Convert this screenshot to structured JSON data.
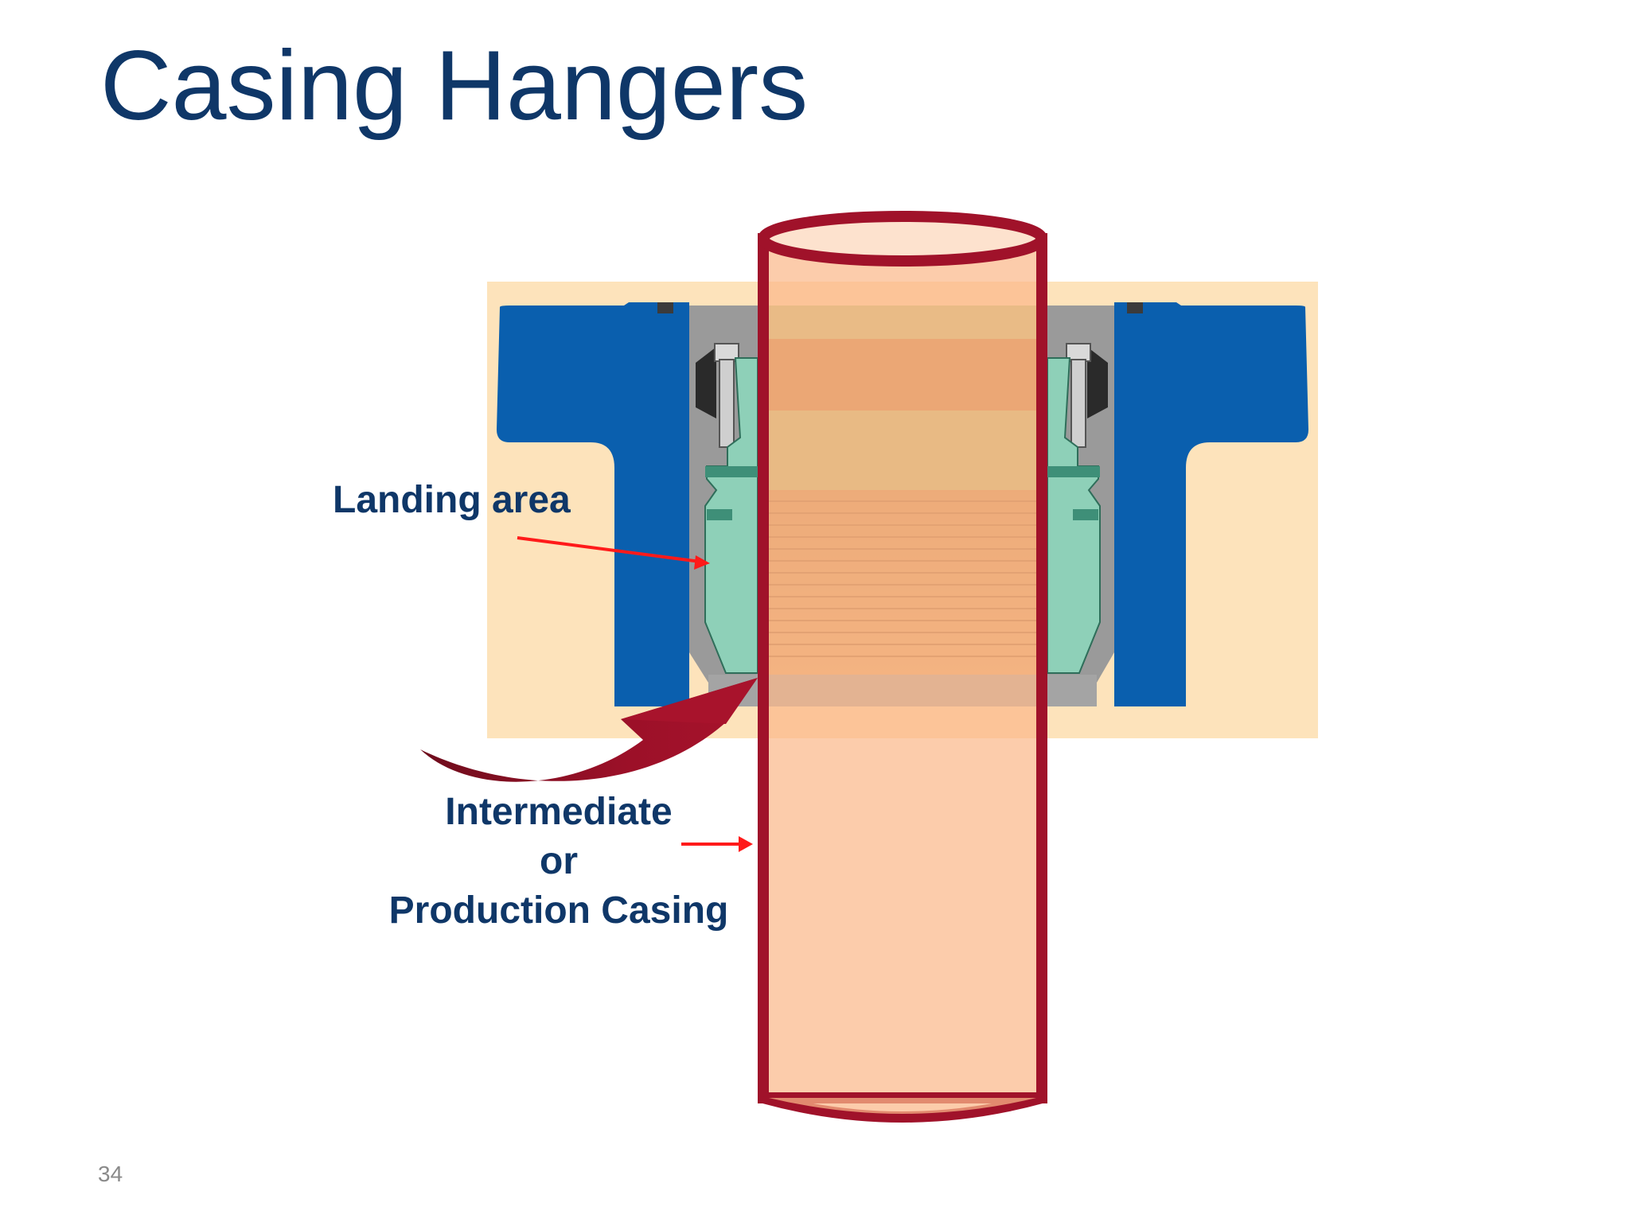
{
  "slide": {
    "title": "Casing Hangers",
    "page_number": "34"
  },
  "labels": {
    "landing_area": "Landing area",
    "casing_line1": "Intermediate",
    "casing_line2": "or",
    "casing_line3": "Production Casing"
  },
  "colors": {
    "title": "#0f3768",
    "label_text": "#0f3768",
    "wellhead_body": "#0a5fae",
    "background_panel": "#fde3bb",
    "hanger_green": "#8ed0b8",
    "casing_fill": "#fbb98a",
    "casing_outline": "#a0122a",
    "pointer_arrow": "#ff1a1a",
    "curved_arrow": "#8b0f24"
  }
}
